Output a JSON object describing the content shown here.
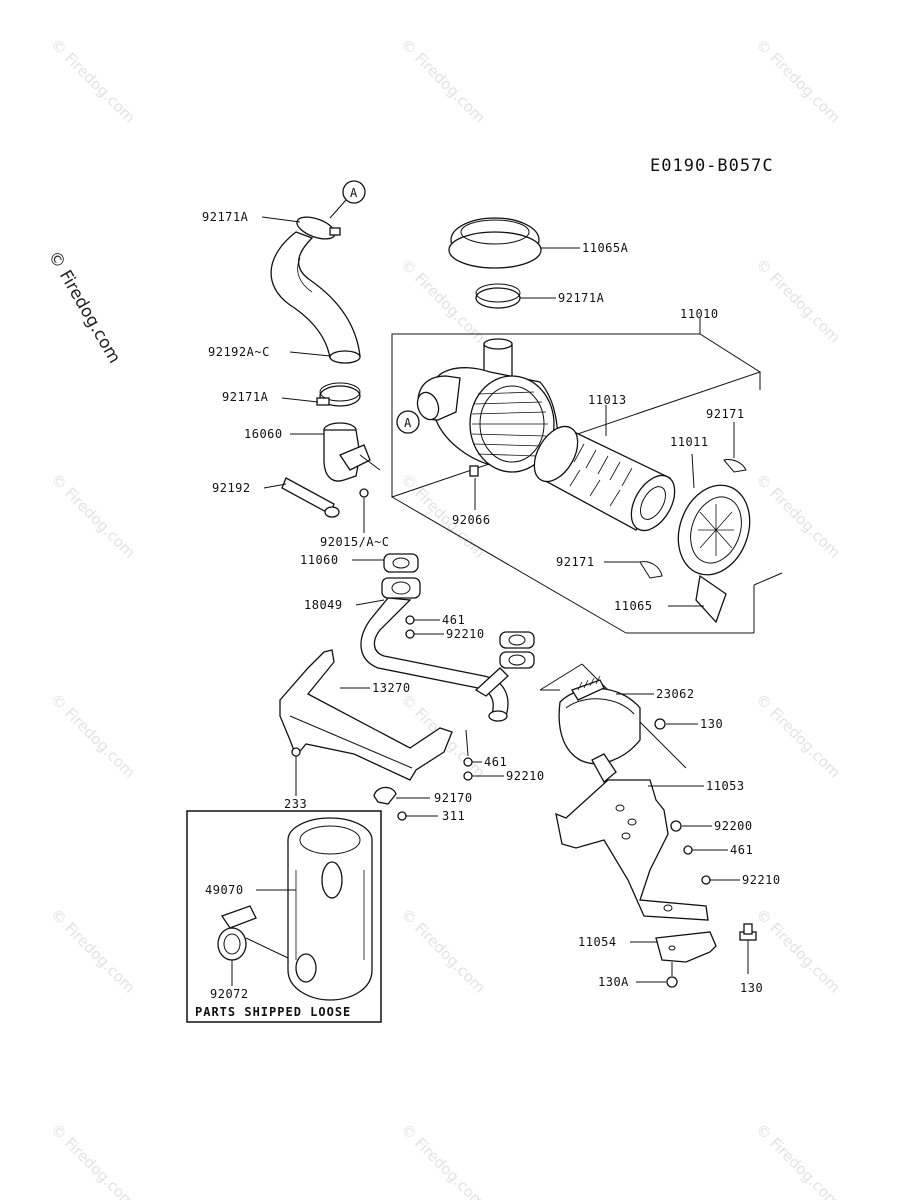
{
  "diagram_code": "E0190-B057C",
  "watermark": "© Firedog.com",
  "callout_marker": "A",
  "loose_box_label": "PARTS SHIPPED LOOSE",
  "labels": {
    "l_92171A_top": "92171A",
    "l_92192AC": "92192A~C",
    "l_92171A_mid": "92171A",
    "l_16060": "16060",
    "l_92192": "92192",
    "l_92015": "92015/A~C",
    "l_11065A": "11065A",
    "l_92171A_right": "92171A",
    "l_11010": "11010",
    "l_11013": "11013",
    "l_92171_a": "92171",
    "l_11011": "11011",
    "l_92066": "92066",
    "l_92171_b": "92171",
    "l_11065": "11065",
    "l_11060": "11060",
    "l_18049": "18049",
    "l_461_a": "461",
    "l_92210_a": "92210",
    "l_13270": "13270",
    "l_461_b": "461",
    "l_92210_b": "92210",
    "l_92170": "92170",
    "l_233": "233",
    "l_311": "311",
    "l_49070": "49070",
    "l_92072": "92072",
    "l_23062": "23062",
    "l_130_a": "130",
    "l_11053": "11053",
    "l_92200": "92200",
    "l_461_c": "461",
    "l_92210_c": "92210",
    "l_11054": "11054",
    "l_130A": "130A",
    "l_130_b": "130"
  }
}
